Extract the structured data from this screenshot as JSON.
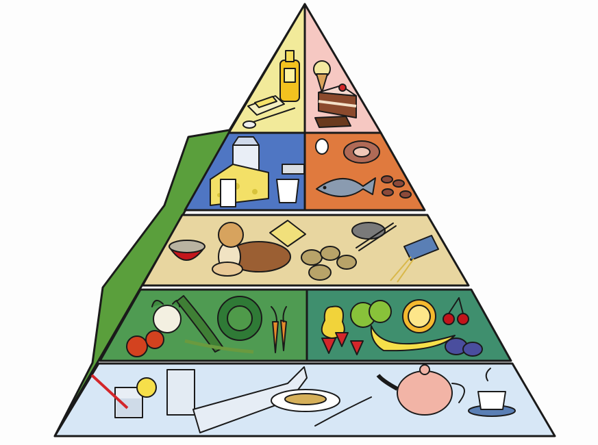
{
  "diagram": {
    "type": "food-pyramid",
    "tiers": [
      {
        "level": 1,
        "sections": [
          {
            "group": "fats-and-oils",
            "color": "#f2ea9a",
            "items": [
              "oil-bottle",
              "butter-dish",
              "knife"
            ]
          },
          {
            "group": "sweets",
            "color": "#f6c8c2",
            "items": [
              "ice-cream-cone",
              "cake-slice",
              "chocolate-bar"
            ]
          }
        ]
      },
      {
        "level": 2,
        "sections": [
          {
            "group": "dairy",
            "color": "#4f76c3",
            "items": [
              "milk-carton",
              "cheese-wedge",
              "milk-glass",
              "yogurt-cup"
            ]
          },
          {
            "group": "meat-fish-eggs",
            "color": "#e07a3e",
            "items": [
              "ham",
              "egg",
              "fish",
              "beans"
            ]
          }
        ]
      },
      {
        "level": 3,
        "sections": [
          {
            "group": "grains-and-potatoes",
            "color": "#e8d6a0",
            "items": [
              "rice-bowl",
              "bread-loaf",
              "crackers",
              "potatoes",
              "pasta"
            ]
          }
        ]
      },
      {
        "level": 4,
        "sections": [
          {
            "group": "vegetables",
            "color": "#4f9b52",
            "items": [
              "cauliflower",
              "cucumber",
              "cabbage",
              "carrots",
              "tomatoes",
              "spring-onion"
            ]
          },
          {
            "group": "fruit",
            "color": "#3f8f6e",
            "items": [
              "pear",
              "apples",
              "lemon",
              "cherries",
              "banana",
              "strawberries",
              "plums"
            ]
          }
        ]
      },
      {
        "level": 5,
        "sections": [
          {
            "group": "drinks",
            "color": "#d7e7f6",
            "items": [
              "juice-glass",
              "water-glass",
              "water-bottle",
              "soup-plate",
              "teapot",
              "coffee-cup"
            ]
          }
        ]
      }
    ],
    "side_color": "#5a9f3c",
    "outline_color": "#1a1a1a"
  }
}
